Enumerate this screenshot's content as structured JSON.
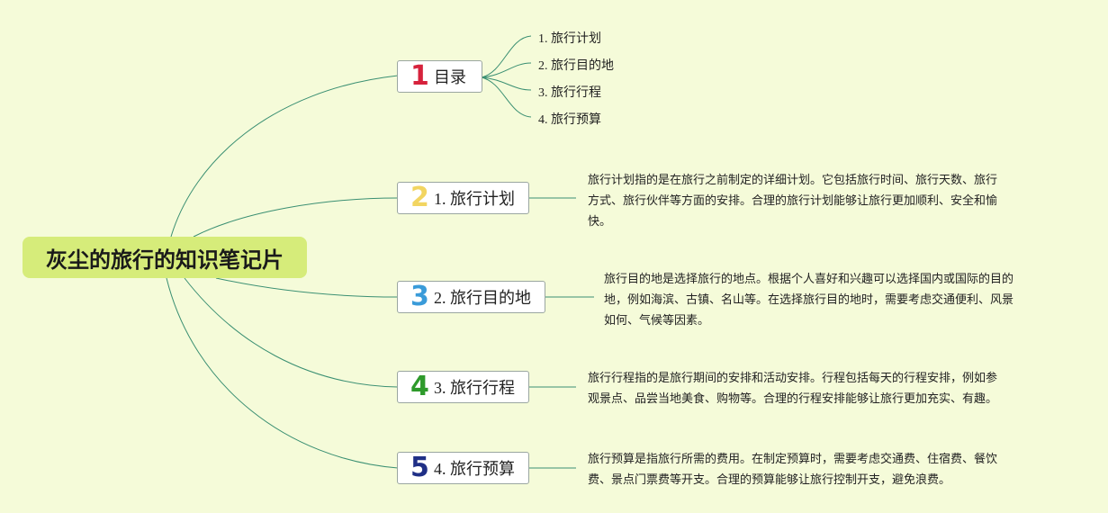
{
  "root": {
    "title": "灰尘的旅行的知识笔记片"
  },
  "branches": [
    {
      "number": "1",
      "label": "目录",
      "color": "#d6223c"
    },
    {
      "number": "2",
      "label": "1. 旅行计划",
      "color": "#f2d561"
    },
    {
      "number": "3",
      "label": "2. 旅行目的地",
      "color": "#3a9bd9"
    },
    {
      "number": "4",
      "label": "3. 旅行行程",
      "color": "#2e9a2b"
    },
    {
      "number": "5",
      "label": "4. 旅行预算",
      "color": "#1f2f86"
    }
  ],
  "toc_items": [
    "1. 旅行计划",
    "2. 旅行目的地",
    "3. 旅行行程",
    "4. 旅行预算"
  ],
  "notes": [
    {
      "lines": [
        "旅行计划指的是在旅行之前制定的详细计划。它包括旅行时间、旅行天数、旅行",
        "方式、旅行伙伴等方面的安排。合理的旅行计划能够让旅行更加顺利、安全和愉",
        "快。"
      ]
    },
    {
      "lines": [
        "旅行目的地是选择旅行的地点。根据个人喜好和兴趣可以选择国内或国际的目的",
        "地，例如海滨、古镇、名山等。在选择旅行目的地时，需要考虑交通便利、风景",
        "如何、气候等因素。"
      ]
    },
    {
      "lines": [
        "旅行行程指的是旅行期间的安排和活动安排。行程包括每天的行程安排，例如参",
        "观景点、品尝当地美食、购物等。合理的行程安排能够让旅行更加充实、有趣。"
      ]
    },
    {
      "lines": [
        "旅行预算是指旅行所需的费用。在制定预算时，需要考虑交通费、住宿费、餐饮",
        "费、景点门票费等开支。合理的预算能够让旅行控制开支，避免浪费。"
      ]
    }
  ],
  "colors": {
    "background": "#f5fbd9",
    "root_fill": "#d6ec7a",
    "connector": "#3a8f72"
  }
}
